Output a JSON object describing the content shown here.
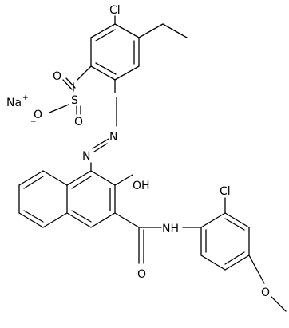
{
  "structure": {
    "atoms": {
      "cl_top": "Cl",
      "na": "Na",
      "na_charge": "+",
      "o_sulfonate_top": "O",
      "o_sulfonate_left": "O",
      "o_sulfonate_left_charge": "−",
      "o_sulfonate_bottom": "O",
      "s": "S",
      "n_azo_1": "N",
      "n_azo_2": "N",
      "oh": "OH",
      "o_carbonyl": "O",
      "nh": "NH",
      "cl_aryl": "Cl",
      "o_methoxy": "O"
    }
  },
  "colors": {
    "ink": "#000000",
    "background": "#ffffff"
  }
}
